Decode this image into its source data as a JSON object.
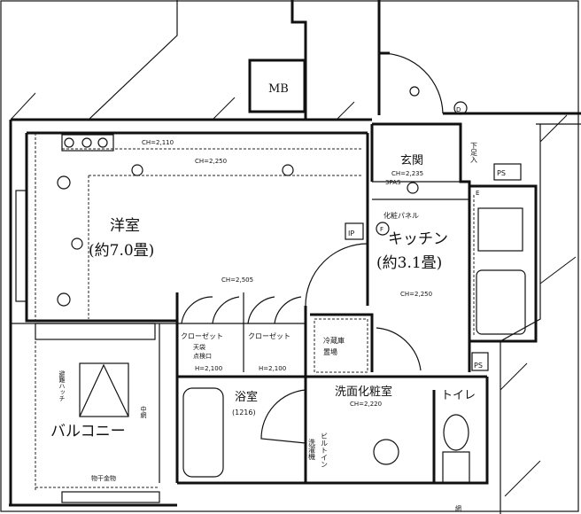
{
  "rooms": {
    "western": {
      "name": "洋室",
      "size": "(約7.0畳)",
      "ch_top": "CH=2,110",
      "ch_mid": "CH=2,250",
      "ch_center": "CH=2,505"
    },
    "kitchen": {
      "name": "キッチン",
      "size": "(約3.1畳)",
      "ch": "CH=2,250",
      "panel": "化粧パネル"
    },
    "entrance": {
      "name": "玄関",
      "ch": "CH=2,235",
      "pas": "3PAS",
      "shoe": "下足入"
    },
    "closet1": {
      "name": "クローゼット",
      "note": "天袋",
      "note2": "点検口",
      "h": "H=2,100"
    },
    "closet2": {
      "name": "クローゼット",
      "h": "H=2,100"
    },
    "fridge": {
      "line1": "冷蔵庫",
      "line2": "置場"
    },
    "bath": {
      "name": "浴室",
      "size": "(1216)"
    },
    "washroom": {
      "name": "洗面化粧室",
      "ch": "CH=2,220",
      "washer1": "洗濯機",
      "washer2": "ビルトイン"
    },
    "toilet": {
      "name": "トイレ"
    },
    "balcony": {
      "name": "バルコニー",
      "hatch": "避難ハッチ",
      "net": "中網",
      "hanger": "物干金物"
    }
  },
  "markers": {
    "mb": "MB",
    "ps1": "PS",
    "ps2": "PS",
    "d": "D",
    "ip": "IP",
    "f": "F",
    "e": "E",
    "net_bottom": "網"
  }
}
